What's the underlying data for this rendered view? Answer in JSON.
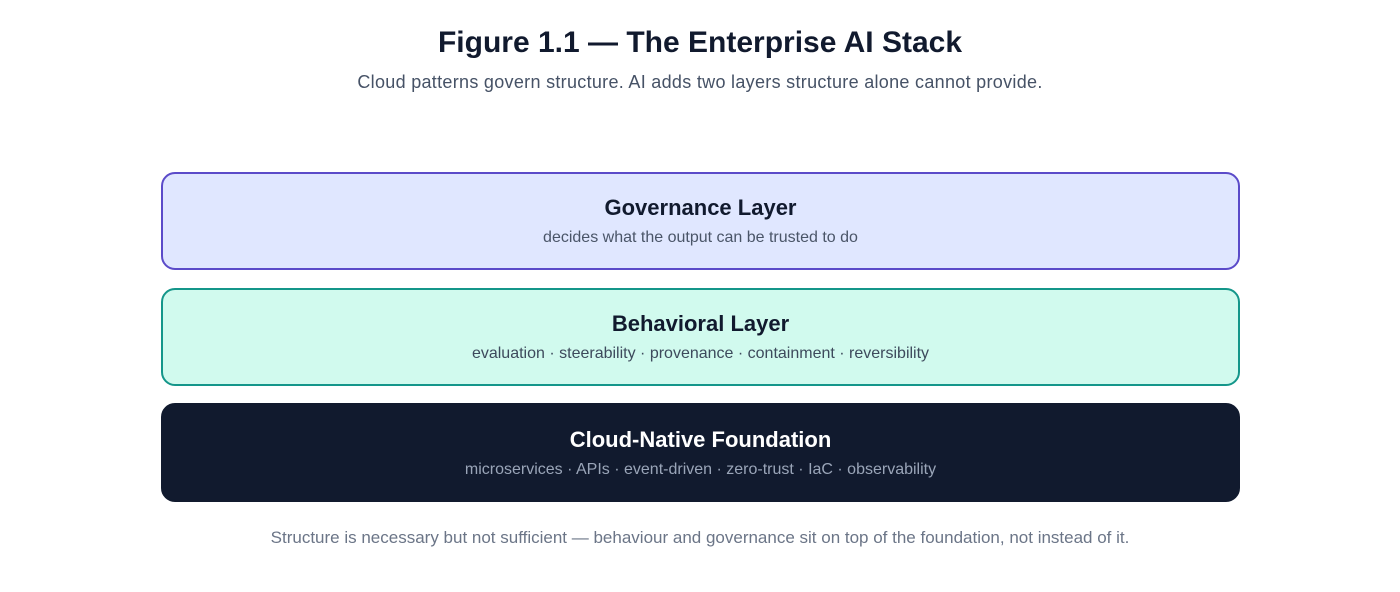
{
  "title": "Figure 1.1 — The Enterprise AI Stack",
  "subtitle": "Cloud patterns govern structure. AI adds two layers structure alone cannot provide.",
  "layers": [
    {
      "name": "Governance Layer",
      "description": "decides what the output can be trusted to do",
      "fill": "#e0e7ff",
      "border": "#5b4bc9"
    },
    {
      "name": "Behavioral Layer",
      "description": "evaluation · steerability · provenance · containment · reversibility",
      "fill": "#d1faee",
      "border": "#14968a"
    },
    {
      "name": "Cloud-Native Foundation",
      "description": "microservices · APIs · event-driven · zero-trust · IaC · observability",
      "fill": "#111a2e",
      "border": "#111a2e"
    }
  ],
  "caption": "Structure is necessary but not sufficient — behaviour and governance sit on top of the foundation, not instead of it."
}
